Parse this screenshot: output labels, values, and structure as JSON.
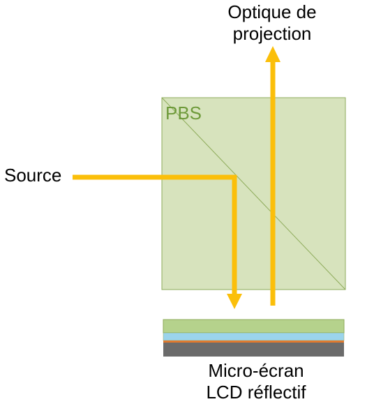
{
  "labels": {
    "output_line1": "Optique de",
    "output_line2": "projection",
    "source": "Source",
    "pbs": "PBS",
    "device_line1": "Micro-écran",
    "device_line2": "LCD réflectif"
  },
  "colors": {
    "beam": "#fbbf0a",
    "prism_fill": "#d7e3bd",
    "prism_stroke": "#8eab5a",
    "pbs_text": "#6e9a3a",
    "layer_top": "#b5d28c",
    "layer_lc": "#9bd4ec",
    "layer_electrode": "#e07a2f",
    "layer_substrate": "#6b6b6b"
  }
}
